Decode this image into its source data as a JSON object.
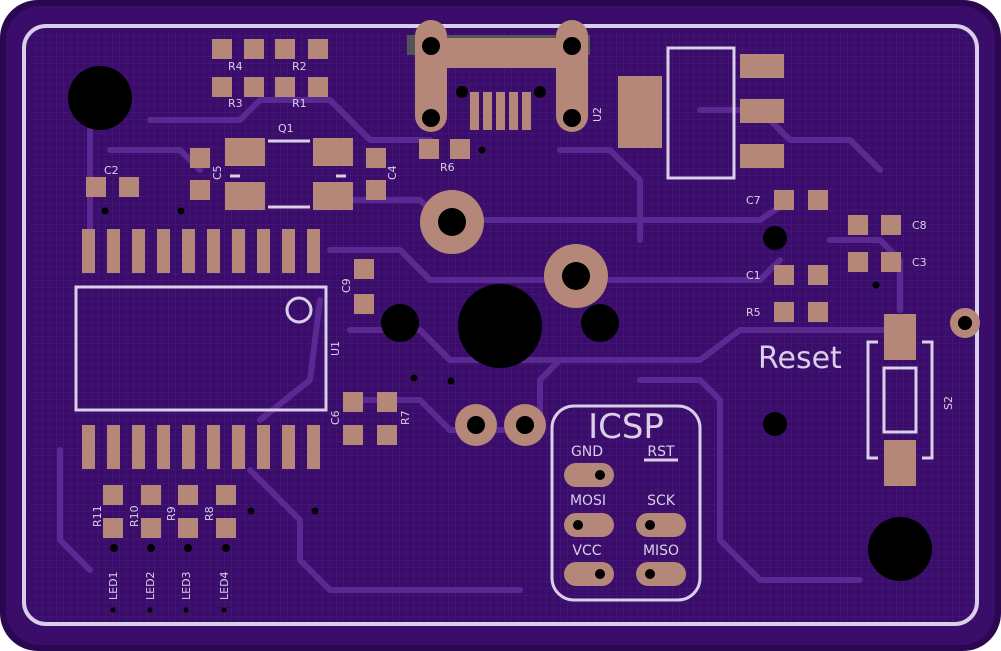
{
  "colors": {
    "board": "#3a0d6b",
    "board_edge": "#2a0750",
    "trace": "#5a2a92",
    "silkscreen": "#d9cfe6",
    "pad": "#b48778",
    "hole": "#000000"
  },
  "labels": {
    "R4": "R4",
    "R2": "R2",
    "R3": "R3",
    "R1": "R1",
    "Q1": "Q1",
    "C2": "C2",
    "C5": "C5",
    "C4": "C4",
    "R6": "R6",
    "U2": "U2",
    "C7": "C7",
    "C8": "C8",
    "C1": "C1",
    "C3": "C3",
    "R5": "R5",
    "C9": "C9",
    "U1": "U1",
    "C6": "C6",
    "R7": "R7",
    "S2": "S2",
    "R11": "R11",
    "R10": "R10",
    "R9": "R9",
    "R8": "R8",
    "LED1": "LED1",
    "LED2": "LED2",
    "LED3": "LED3",
    "LED4": "LED4"
  },
  "reset": {
    "label": "Reset"
  },
  "icsp": {
    "title": "ICSP",
    "pins": [
      "GND",
      "RST",
      "MOSI",
      "SCK",
      "VCC",
      "MISO"
    ]
  },
  "icons": [
    "mounting-hole-icon",
    "via-icon",
    "pcb-pad-icon"
  ]
}
